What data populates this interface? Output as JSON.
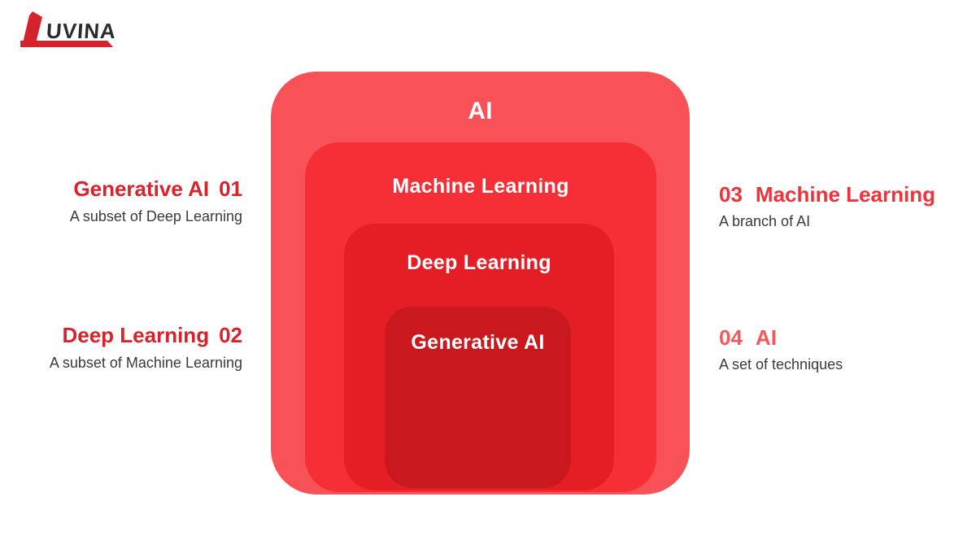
{
  "logo": {
    "brand": "UVINA",
    "accent_color": "#D4232B",
    "text_color": "#2B2B2B"
  },
  "diagram": {
    "title_layer": "AI",
    "layers": [
      {
        "label": "AI",
        "color": "#F95158"
      },
      {
        "label": "Machine Learning",
        "color": "#F62F36"
      },
      {
        "label": "Deep Learning",
        "color": "#E41E24"
      },
      {
        "label": "Generative AI",
        "color": "#C9181E"
      }
    ],
    "text_color": "#FFFFFF"
  },
  "notes_left": [
    {
      "title": "Generative AI",
      "number": "01",
      "subtitle": "A subset of Deep Learning",
      "color": "#D7242C"
    },
    {
      "title": "Deep Learning",
      "number": "02",
      "subtitle": "A subset of Machine Learning",
      "color": "#D7242C"
    }
  ],
  "notes_right": [
    {
      "number": "03",
      "title": "Machine Learning",
      "subtitle": "A branch of AI",
      "color": "#EE333A"
    },
    {
      "number": "04",
      "title": "AI",
      "subtitle": "A set of techniques",
      "color": "#F4585C"
    }
  ]
}
